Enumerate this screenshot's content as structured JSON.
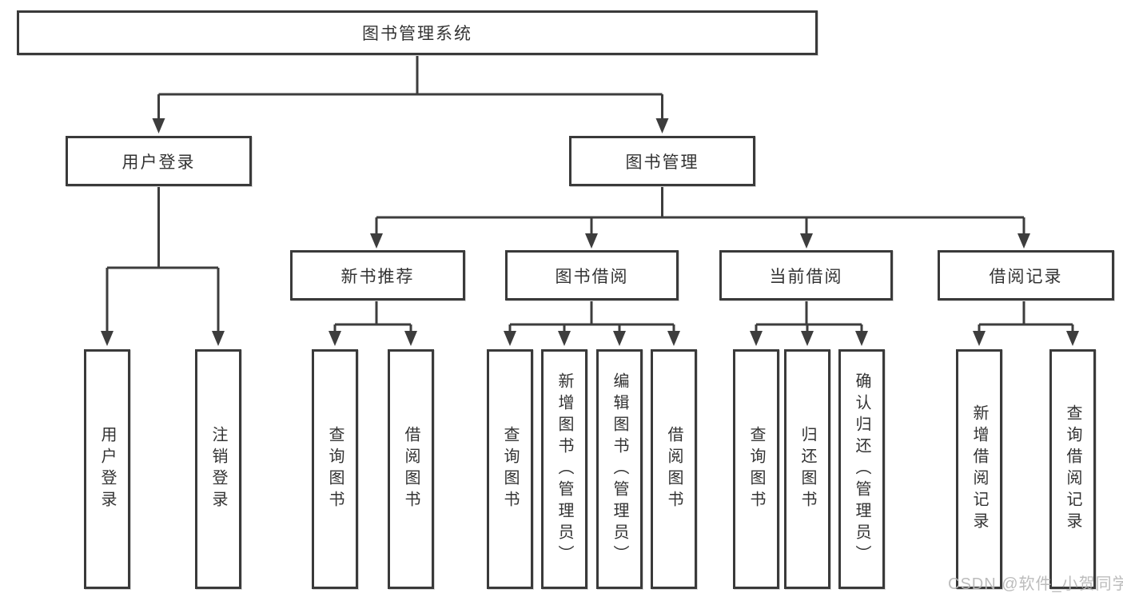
{
  "diagram": {
    "tree": {
      "label": "图书管理系统",
      "children": [
        {
          "label": "用户登录",
          "children": [
            {
              "label": "用户登录"
            },
            {
              "label": "注销登录"
            }
          ]
        },
        {
          "label": "图书管理",
          "children": [
            {
              "label": "新书推荐",
              "children": [
                {
                  "label": "查询图书"
                },
                {
                  "label": "借阅图书"
                }
              ]
            },
            {
              "label": "图书借阅",
              "children": [
                {
                  "label": "查询图书"
                },
                {
                  "label": "新增图书（管理员）"
                },
                {
                  "label": "编辑图书（管理员）"
                },
                {
                  "label": "借阅图书"
                }
              ]
            },
            {
              "label": "当前借阅",
              "children": [
                {
                  "label": "查询图书"
                },
                {
                  "label": "归还图书"
                },
                {
                  "label": "确认归还（管理员）"
                }
              ]
            },
            {
              "label": "借阅记录",
              "children": [
                {
                  "label": "新增借阅记录"
                },
                {
                  "label": "查询借阅记录"
                }
              ]
            }
          ]
        }
      ]
    }
  },
  "watermark": {
    "text": "CSDN @软件_小贺同学"
  },
  "colors": {
    "line": "#3d3d3d",
    "box_border": "#3a3a3a",
    "text": "#333333",
    "watermark": "#b7b7b7",
    "background": "#ffffff"
  }
}
